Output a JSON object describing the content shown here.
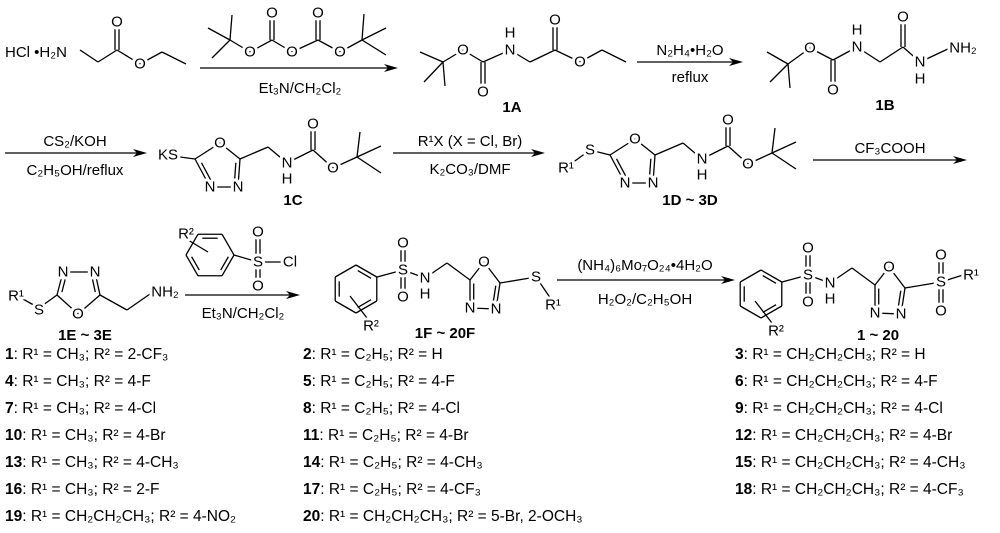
{
  "atoms": {
    "O": "O",
    "N": "N",
    "H": "H",
    "S": "S",
    "Cl": "Cl",
    "KS": "KS",
    "NH2": "NH₂",
    "R1": "R¹",
    "R2": "R²"
  },
  "starting_material": "HCl •H₂N",
  "steps": [
    {
      "above": "",
      "below": "Et₃N/CH₂Cl₂"
    },
    {
      "above": "N₂H₄•H₂O",
      "below": "reflux"
    },
    {
      "above": "CS₂/KOH",
      "below": "C₂H₅OH/reflux"
    },
    {
      "above": "R¹X (X = Cl, Br)",
      "below": "K₂CO₃/DMF"
    },
    {
      "above": "CF₃COOH",
      "below": ""
    },
    {
      "above": "",
      "below": "Et₃N/CH₂Cl₂"
    },
    {
      "above": "(NH₄)₆Mo₇O₂₄•4H₂O",
      "below": "H₂O₂/C₂H₅OH"
    }
  ],
  "compound_labels": {
    "c1A": "1A",
    "c1B": "1B",
    "c1C": "1C",
    "c1D": "1D ~ 3D",
    "c1E": "1E ~ 3E",
    "c1F": "1F ~ 20F",
    "final": "1 ~ 20"
  },
  "compounds": {
    "col1": [
      {
        "id": "1",
        "text": ": R¹ = CH₃; R² = 2-CF₃"
      },
      {
        "id": "4",
        "text": ": R¹ = CH₃; R² = 4-F"
      },
      {
        "id": "7",
        "text": ": R¹ = CH₃; R² = 4-Cl"
      },
      {
        "id": "10",
        "text": ": R¹ = CH₃; R² = 4-Br"
      },
      {
        "id": "13",
        "text": ": R¹ = CH₃; R² = 4-CH₃"
      },
      {
        "id": "16",
        "text": ": R¹ = CH₃; R² = 2-F"
      },
      {
        "id": "19",
        "text": ": R¹ = CH₂CH₂CH₃; R² = 4-NO₂"
      }
    ],
    "col2": [
      {
        "id": "2",
        "text": ": R¹ = C₂H₅; R² = H"
      },
      {
        "id": "5",
        "text": ": R¹ = C₂H₅; R² = 4-F"
      },
      {
        "id": "8",
        "text": ": R¹ = C₂H₅;  R² = 4-Cl"
      },
      {
        "id": "11",
        "text": ": R¹ = C₂H₅;  R² = 4-Br"
      },
      {
        "id": "14",
        "text": ": R¹ = C₂H₅; R² = 4-CH₃"
      },
      {
        "id": "17",
        "text": ": R¹ = C₂H₅; R² = 4-CF₃"
      },
      {
        "id": "20",
        "text": ": R¹ = CH₂CH₂CH₃; R² = 5-Br, 2-OCH₃"
      }
    ],
    "col3": [
      {
        "id": "3",
        "text": ": R¹ = CH₂CH₂CH₃; R² = H"
      },
      {
        "id": "6",
        "text": ": R¹ = CH₂CH₂CH₃; R² = 4-F"
      },
      {
        "id": "9",
        "text": ": R¹ = CH₂CH₂CH₃; R² = 4-Cl"
      },
      {
        "id": "12",
        "text": ": R¹ = CH₂CH₂CH₃; R² = 4-Br"
      },
      {
        "id": "15",
        "text": ": R¹ = CH₂CH₂CH₃; R² = 4-CH₃"
      },
      {
        "id": "18",
        "text": ": R¹ = CH₂CH₂CH₃; R² = 4-CF₃"
      }
    ]
  }
}
